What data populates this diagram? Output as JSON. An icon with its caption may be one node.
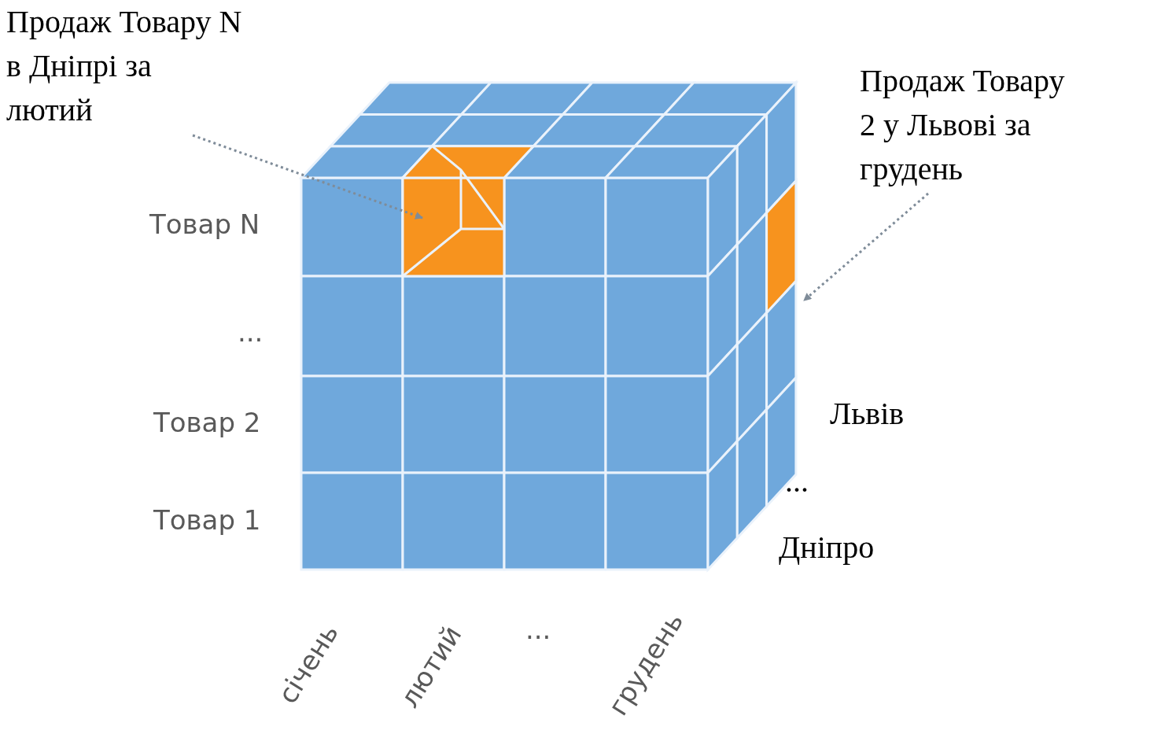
{
  "diagram": {
    "nodes": [
      {
        "text": [
          "Продаж Товару N в Дніпрі за лютий"
        ]
      },
      {
        "text": [],
        "shape": "box"
      },
      {
        "text": [
          "Продаж Товару 2 у Львові за грудень"
        ]
      },
      {
        "text": [],
        "shape": "box"
      }
    ],
    "edges": [
      {
        "from": 0,
        "to": 1,
        "arrow": "to",
        "style": "dashed"
      },
      {
        "from": 2,
        "to": 3,
        "arrow": "to",
        "style": "dashed"
      }
    ],
    "labels": [
      "Товар N",
      "...",
      "Товар 2",
      "Товар 1",
      "Львів",
      "...",
      "Дніпро",
      "січень",
      "лютий",
      "...",
      "грудень"
    ]
  }
}
